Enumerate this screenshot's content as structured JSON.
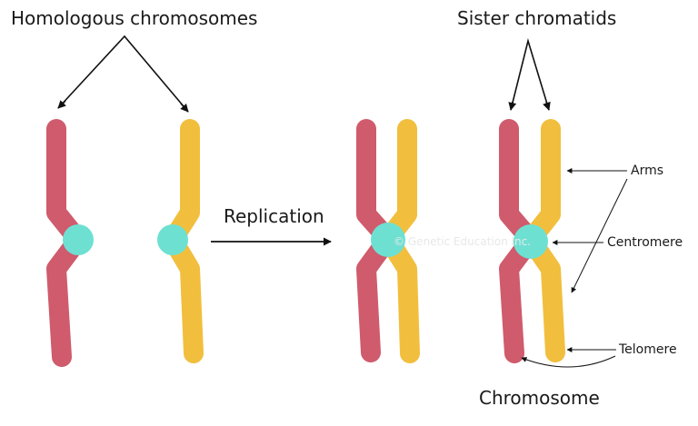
{
  "labels": {
    "homologous": "Homologous chromosomes",
    "sister": "Sister chromatids",
    "replication": "Replication",
    "arms": "Arms",
    "centromere": "Centromere",
    "telomere": "Telomere",
    "chromosome": "Chromosome",
    "watermark": "© Genetic Education Inc."
  },
  "colors": {
    "maternal": "#cf5b6c",
    "paternal": "#f1bf3d",
    "centromere": "#6ee0d2",
    "arrow": "#111111"
  }
}
